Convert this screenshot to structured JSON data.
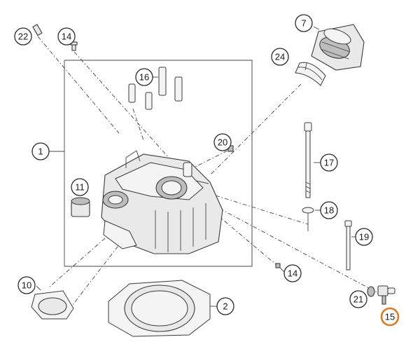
{
  "diagram": {
    "callouts": [
      {
        "id": "c22",
        "label": "22"
      },
      {
        "id": "c14a",
        "label": "14"
      },
      {
        "id": "c16",
        "label": "16"
      },
      {
        "id": "c7",
        "label": "7"
      },
      {
        "id": "c24",
        "label": "24"
      },
      {
        "id": "c1",
        "label": "1"
      },
      {
        "id": "c20",
        "label": "20"
      },
      {
        "id": "c17",
        "label": "17"
      },
      {
        "id": "c11",
        "label": "11"
      },
      {
        "id": "c18",
        "label": "18"
      },
      {
        "id": "c19",
        "label": "19"
      },
      {
        "id": "c14b",
        "label": "14"
      },
      {
        "id": "c10",
        "label": "10"
      },
      {
        "id": "c2",
        "label": "2"
      },
      {
        "id": "c21",
        "label": "21"
      },
      {
        "id": "c15",
        "label": "15"
      }
    ],
    "highlight_color": "#e07a1f"
  }
}
